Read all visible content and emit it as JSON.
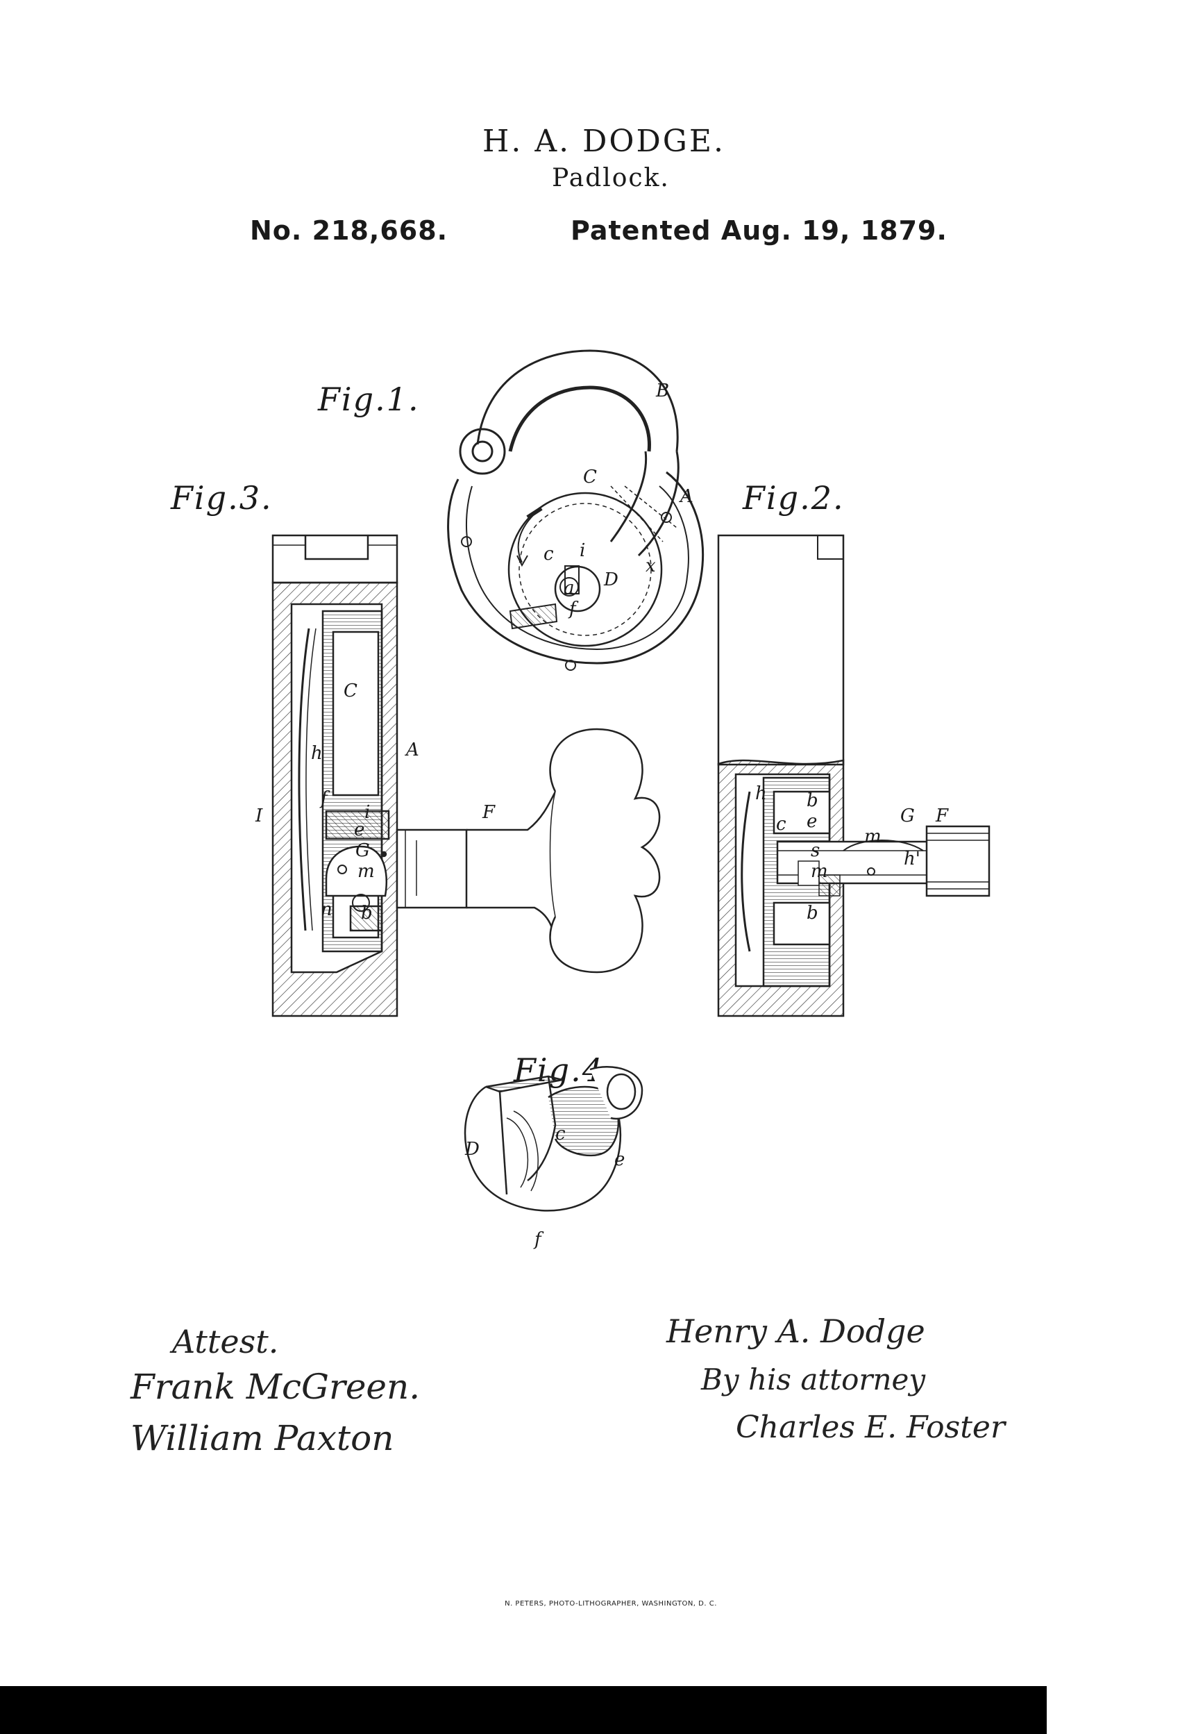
{
  "header": {
    "inventor_name": "H. A. DODGE.",
    "invention": "Padlock.",
    "patent_number": "No. 218,668.",
    "patent_date": "Patented Aug. 19, 1879."
  },
  "figures": {
    "fig1": "Fig.1.",
    "fig2": "Fig.2.",
    "fig3": "Fig.3.",
    "fig4": "Fig.4."
  },
  "reference_letters": {
    "fig1": [
      "B",
      "C",
      "A",
      "c",
      "i",
      "D",
      "a",
      "f",
      "x"
    ],
    "fig3": [
      "C",
      "A",
      "h",
      "I",
      "f",
      "i",
      "e",
      "G",
      "m",
      "n",
      "b",
      "F"
    ],
    "fig2": [
      "h",
      "b",
      "c",
      "e",
      "G",
      "F",
      "m",
      "s",
      "m",
      "h'",
      "b"
    ],
    "fig4": [
      "D",
      "c",
      "e",
      "f"
    ]
  },
  "signatures": {
    "attest_label": "Attest.",
    "witness_1": "Frank McGreen.",
    "witness_2": "William Paxton",
    "inventor": "Henry A. Dodge",
    "attorney_line": "By his attorney",
    "attorney": "Charles E. Foster"
  },
  "footer": {
    "printer": "N. PETERS, PHOTO-LITHOGRAPHER, WASHINGTON, D. C."
  }
}
